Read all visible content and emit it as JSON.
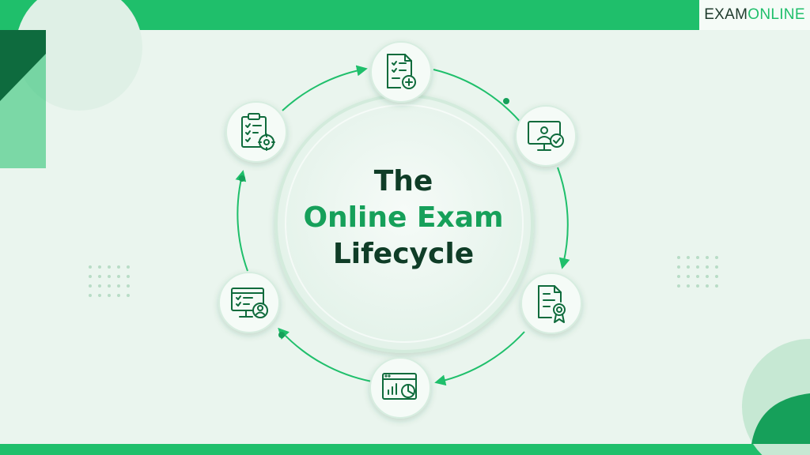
{
  "brand": {
    "part1": "EXAM",
    "part2": "ONLINE"
  },
  "title": {
    "line1": "The",
    "line2": "Online Exam",
    "line3": "Lifecycle"
  },
  "steps": [
    {
      "icon": "document-add-icon"
    },
    {
      "icon": "monitor-user-check-icon"
    },
    {
      "icon": "certificate-document-icon"
    },
    {
      "icon": "analytics-report-icon"
    },
    {
      "icon": "monitor-checklist-user-icon"
    },
    {
      "icon": "clipboard-settings-icon"
    }
  ],
  "colors": {
    "primary": "#1fbf6b",
    "dark": "#0f3d27",
    "accent": "#16a05a",
    "background": "#eaf5ee"
  }
}
